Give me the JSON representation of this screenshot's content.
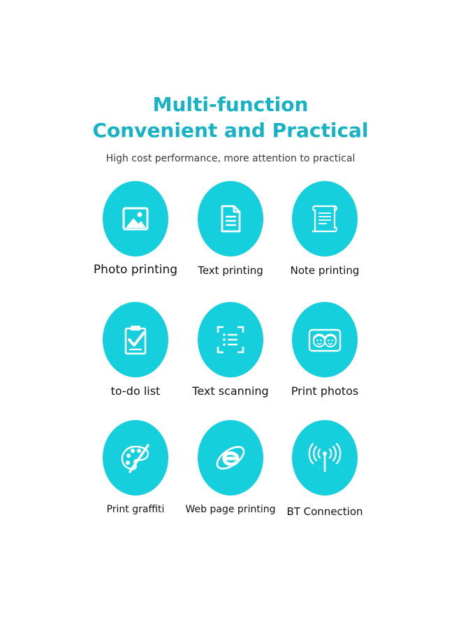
{
  "header": {
    "title_line1": "Multi-function",
    "title_line2": "Convenient and Practical",
    "subtitle": "High cost performance, more attention to practical"
  },
  "accent_color": "#15cfdc",
  "title_color": "#17b3c4",
  "features": [
    {
      "label": "Photo printing",
      "icon": "image-icon"
    },
    {
      "label": "Text printing",
      "icon": "document-icon"
    },
    {
      "label": "Note printing",
      "icon": "scroll-icon"
    },
    {
      "label": "to-do list",
      "icon": "clipboard-check-icon"
    },
    {
      "label": "Text scanning",
      "icon": "scan-icon"
    },
    {
      "label": "Print photos",
      "icon": "faces-photo-icon"
    },
    {
      "label": "Print graffiti",
      "icon": "palette-icon"
    },
    {
      "label": "Web page printing",
      "icon": "web-browser-icon"
    },
    {
      "label": "BT Connection",
      "icon": "antenna-icon"
    }
  ]
}
